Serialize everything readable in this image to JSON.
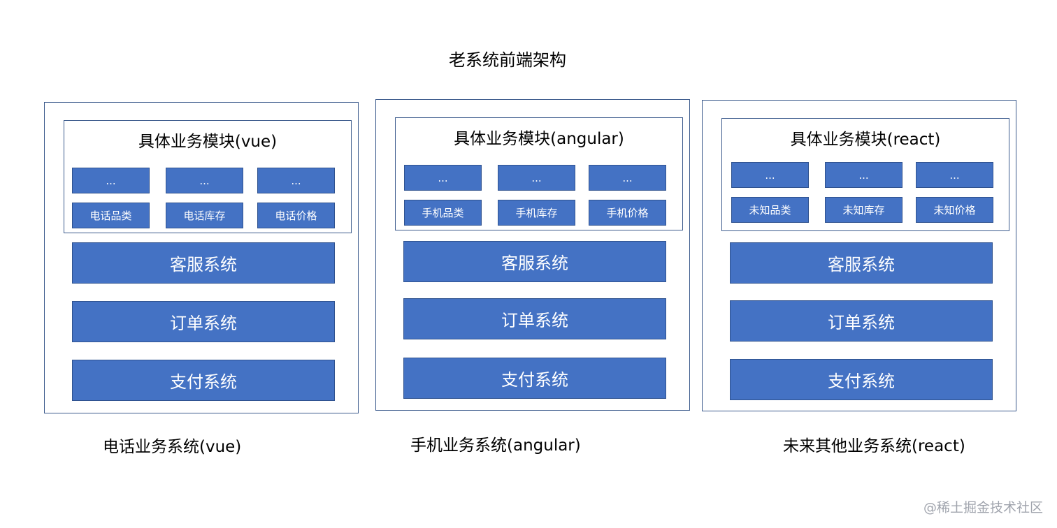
{
  "title": "老系统前端架构",
  "panels": [
    {
      "module_title": "具体业务模块(vue)",
      "top_row": [
        "...",
        "...",
        "..."
      ],
      "bottom_row": [
        "电话品类",
        "电话库存",
        "电话价格"
      ],
      "systems": [
        "客服系统",
        "订单系统",
        "支付系统"
      ],
      "caption": "电话业务系统(vue)"
    },
    {
      "module_title": "具体业务模块(angular)",
      "top_row": [
        "...",
        "...",
        "..."
      ],
      "bottom_row": [
        "手机品类",
        "手机库存",
        "手机价格"
      ],
      "systems": [
        "客服系统",
        "订单系统",
        "支付系统"
      ],
      "caption": "手机业务系统(angular)"
    },
    {
      "module_title": "具体业务模块(react)",
      "top_row": [
        "...",
        "...",
        "..."
      ],
      "bottom_row": [
        "未知品类",
        "未知库存",
        "未知价格"
      ],
      "systems": [
        "客服系统",
        "订单系统",
        "支付系统"
      ],
      "caption": "未来其他业务系统(react)"
    }
  ],
  "watermark": "@稀土掘金技术社区",
  "colors": {
    "box_fill": "#4472c4",
    "box_border": "#2f528f",
    "frame": "#3b5a8c"
  }
}
